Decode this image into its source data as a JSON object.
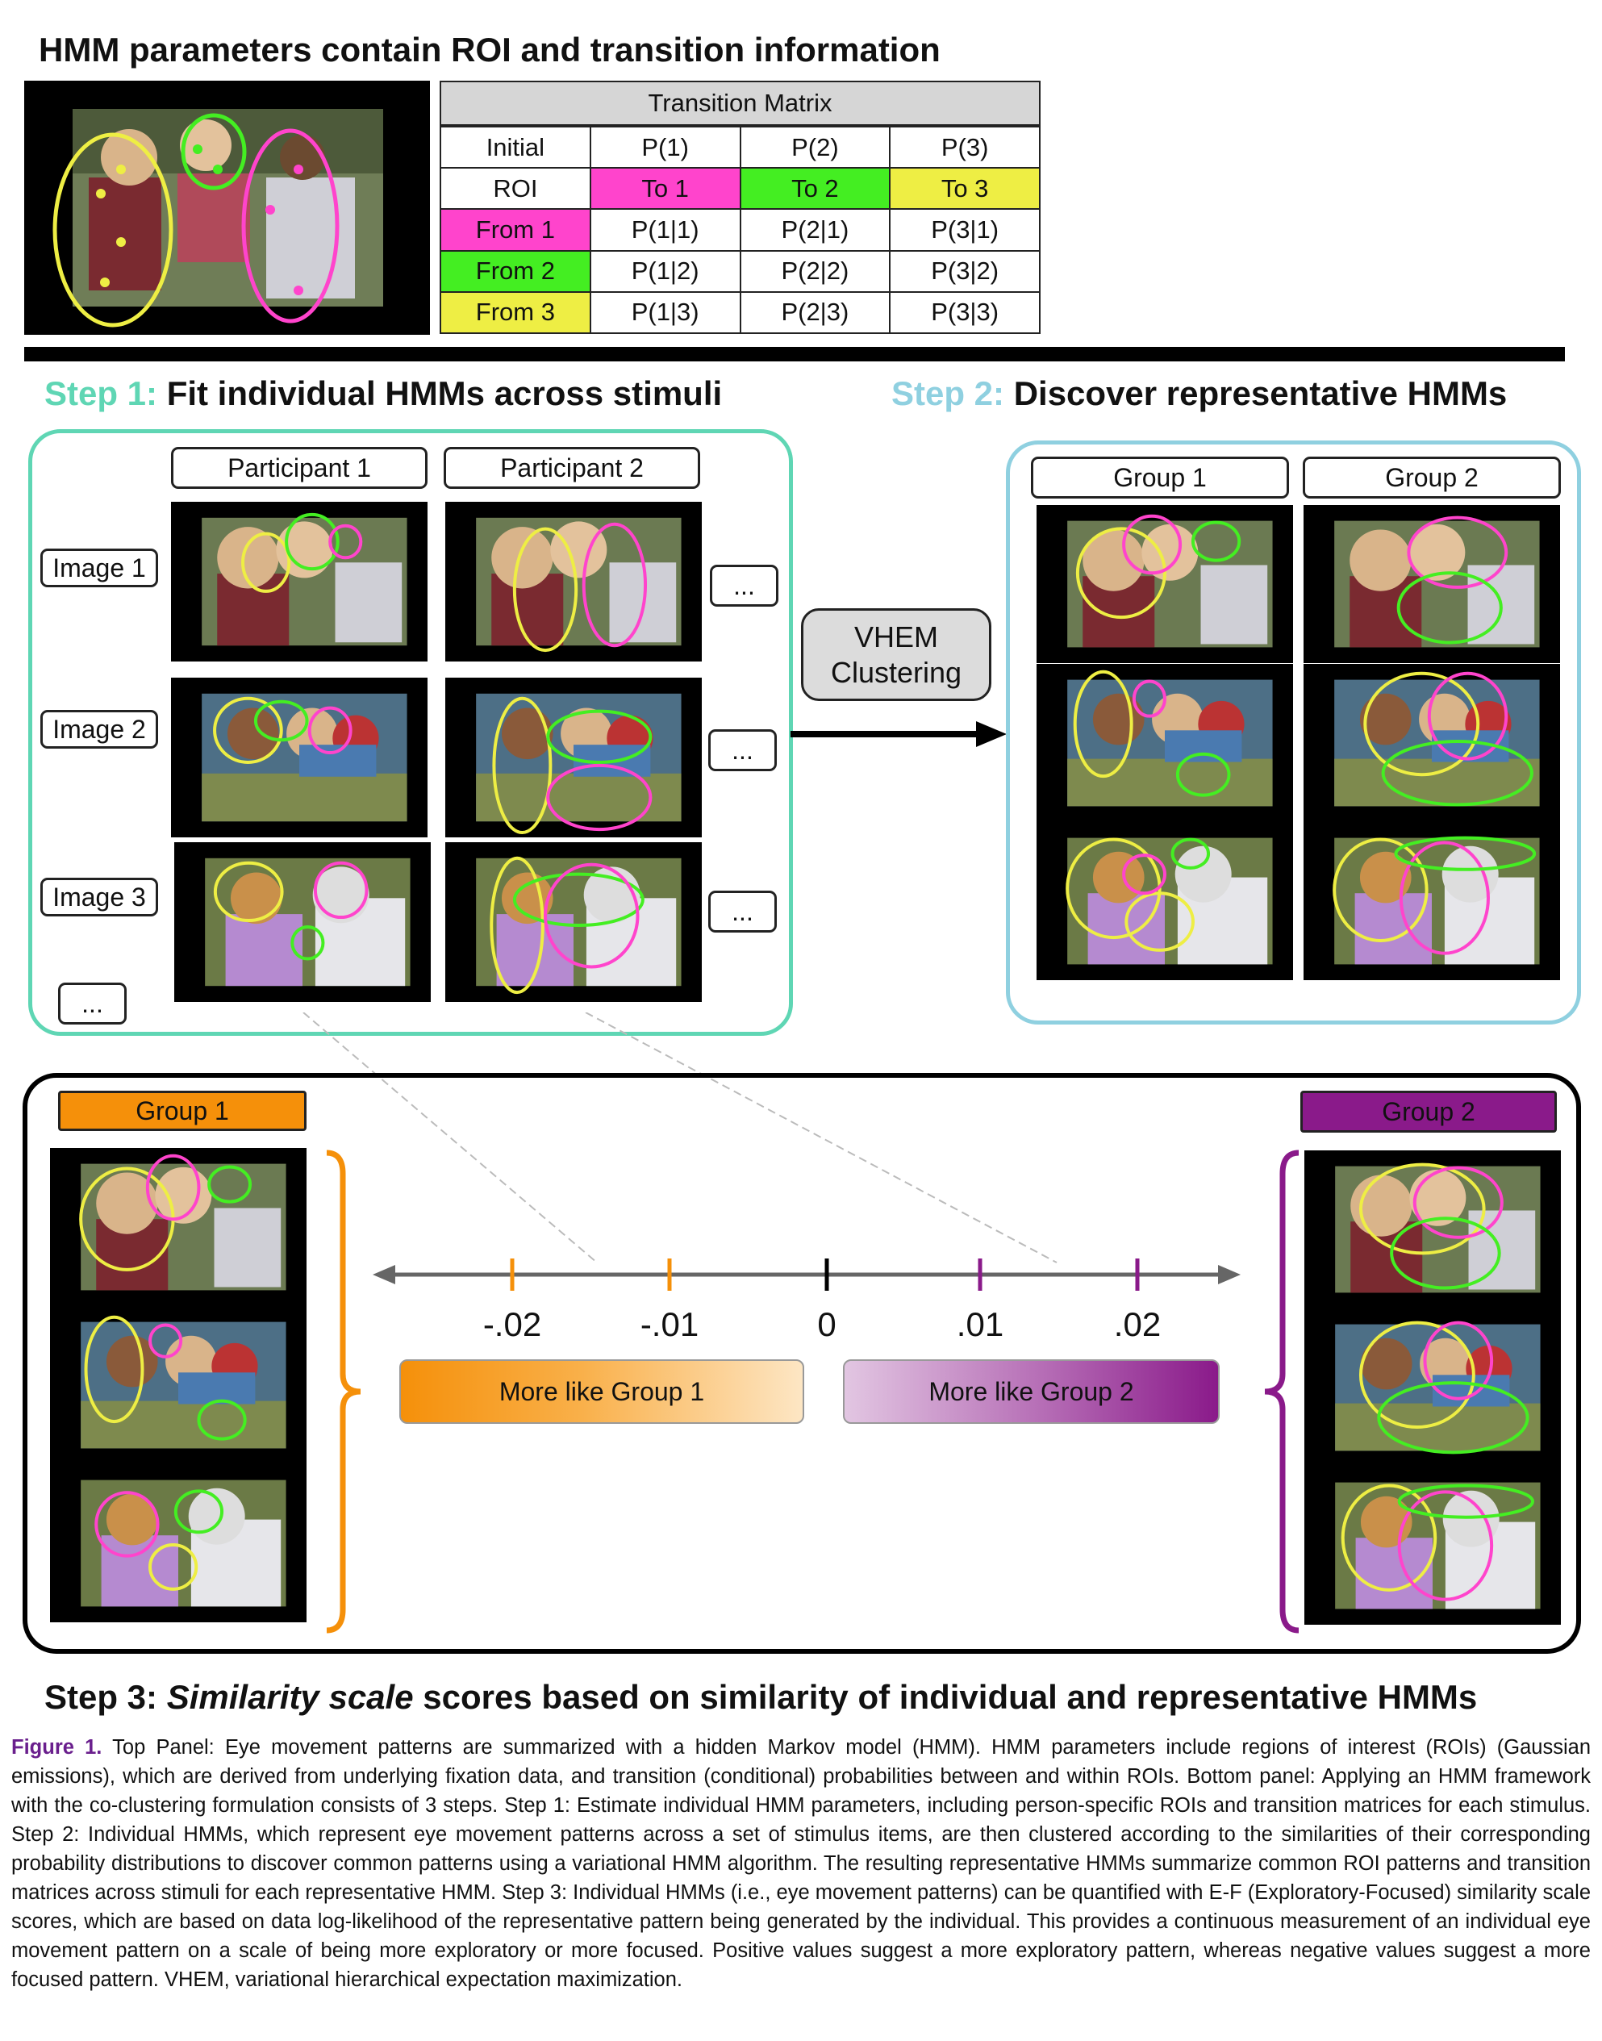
{
  "top_panel": {
    "title": "HMM parameters contain ROI and transition information",
    "matrix": {
      "header": "Transition Matrix",
      "rows": [
        [
          "Initial",
          "P(1)",
          "P(2)",
          "P(3)"
        ],
        [
          "ROI",
          "To 1",
          "To 2",
          "To 3"
        ],
        [
          "From 1",
          "P(1|1)",
          "P(2|1)",
          "P(3|1)"
        ],
        [
          "From 2",
          "P(1|2)",
          "P(2|2)",
          "P(3|2)"
        ],
        [
          "From 3",
          "P(1|3)",
          "P(2|3)",
          "P(3|3)"
        ]
      ]
    }
  },
  "step1": {
    "prefix": "Step 1:",
    "title": "Fit individual HMMs across stimuli",
    "participants": [
      "Participant 1",
      "Participant 2"
    ],
    "images": [
      "Image 1",
      "Image 2",
      "Image 3"
    ],
    "ellipsis": "..."
  },
  "vhem": {
    "line1": "VHEM",
    "line2": "Clustering"
  },
  "step2": {
    "prefix": "Step 2:",
    "title": "Discover representative HMMs",
    "groups": [
      "Group 1",
      "Group 2"
    ]
  },
  "step3_panel": {
    "group1": "Group 1",
    "group2": "Group 2",
    "ticks": [
      "-.02",
      "-.01",
      "0",
      ".01",
      ".02"
    ],
    "more_like_group1": "More like Group 1",
    "more_like_group2": "More like Group 2"
  },
  "step3": {
    "prefix": "Step 3: ",
    "italic": "Similarity scale",
    "rest": " scores based on similarity of individual and representative HMMs"
  },
  "caption": {
    "label": "Figure 1.",
    "text": "Top Panel: Eye movement patterns are summarized with a hidden Markov model (HMM). HMM parameters include regions of interest (ROIs) (Gaussian emissions), which are derived from underlying fixation data, and transition (conditional) probabilities between and within ROIs. Bottom panel: Applying an HMM framework with the co-clustering formulation consists of 3 steps. Step 1: Estimate individual HMM parameters, including person-specific ROIs and transition matrices for each stimulus. Step 2: Individual HMMs, which represent eye movement patterns across a set of stimulus items, are then clustered according to the similarities of their corresponding probability distributions to discover common patterns using a variational HMM algorithm. The resulting representative HMMs summarize common ROI patterns and transition matrices across stimuli for each representative HMM. Step 3: Individual HMMs (i.e., eye movement patterns) can be quantified with E-F (Exploratory-Focused) similarity scale scores, which are based on data log-likelihood of the representative pattern being generated by the individual. This provides a continuous measurement of an individual eye movement pattern on a scale of being more exploratory or more focused. Positive values suggest a more exploratory pattern, whereas negative values suggest a more focused pattern. VHEM, variational hierarchical expectation maximization."
  },
  "colors": {
    "roi1": "#ff44cc",
    "roi2": "#44ee22",
    "roi3": "#eeee44",
    "step1": "#5fd6b4",
    "step2": "#8fd0e0",
    "group1": "#f5900a",
    "group2": "#8a1a8a",
    "caption_label": "#6a1f8d"
  }
}
